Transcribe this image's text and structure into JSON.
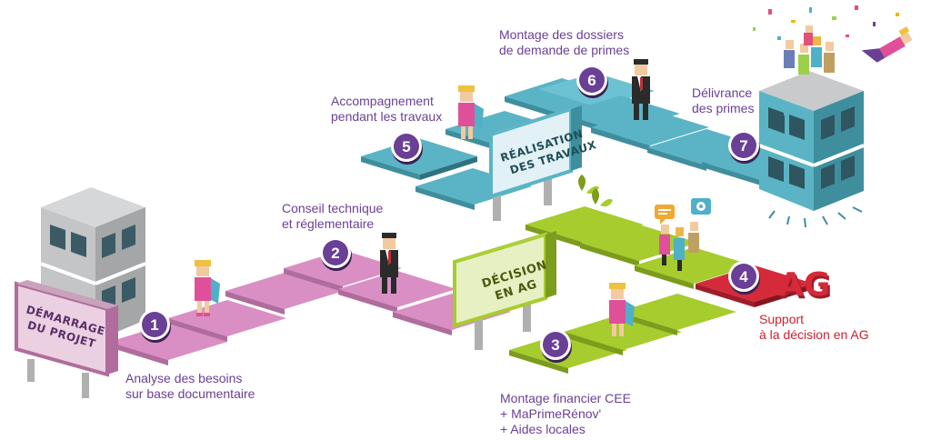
{
  "colors": {
    "pink": "#d98fc4",
    "green": "#a6cc2e",
    "teal": "#5ab4c5",
    "red": "#d42a3a",
    "purple": "#6a3f96"
  },
  "signs": {
    "start": "DÉMARRAGE\nDU PROJET",
    "decision": "DÉCISION\nEN AG",
    "works": "RÉALISATION\nDES TRAVAUX"
  },
  "ag_logo": "AG",
  "steps": [
    {
      "number": "1",
      "label": "Analyse des besoins\nsur base documentaire"
    },
    {
      "number": "2",
      "label": "Conseil technique\net réglementaire"
    },
    {
      "number": "3",
      "label": "Montage financier CEE\n+ MaPrimeRénov'\n+ Aides locales"
    },
    {
      "number": "4",
      "label": "Support\nà la décision en AG"
    },
    {
      "number": "5",
      "label": "Accompagnement\npendant les travaux"
    },
    {
      "number": "6",
      "label": "Montage des dossiers\nde demande de primes"
    },
    {
      "number": "7",
      "label": "Délivrance\ndes primes"
    }
  ],
  "icons": [
    "building-icon",
    "person-icon",
    "chat-bubble-icon",
    "gear-icon",
    "leaf-icon",
    "confetti-icon",
    "superhero-icon"
  ]
}
